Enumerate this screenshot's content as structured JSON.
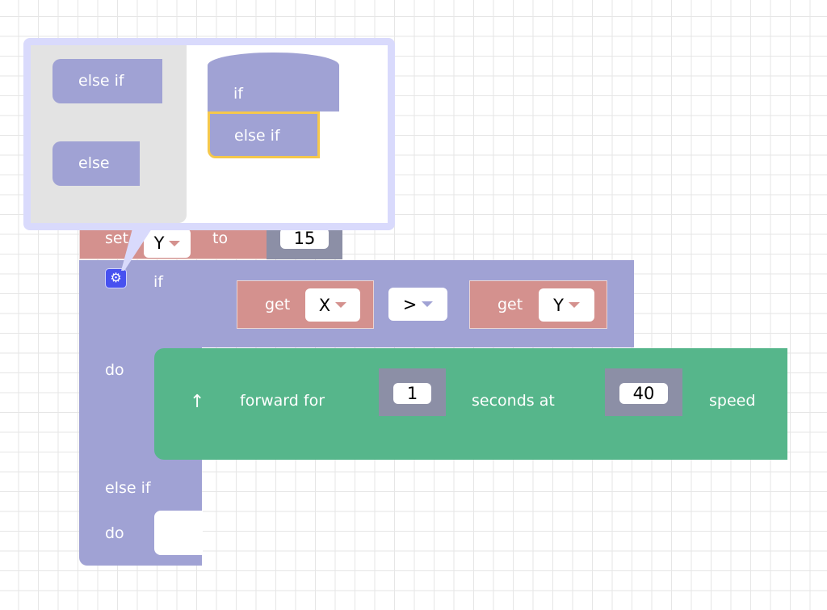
{
  "set_block": {
    "label": "set",
    "variable": "Y",
    "to_label": "to",
    "value": "15"
  },
  "if_block": {
    "if_label": "if",
    "do_label": "do",
    "else_if_label": "else if",
    "do2_label": "do",
    "condition": {
      "left_get": "get",
      "left_var": "X",
      "operator": ">",
      "right_get": "get",
      "right_var": "Y"
    }
  },
  "forward_block": {
    "icon": "up-arrow-icon",
    "label1": "forward for",
    "seconds": "1",
    "label2": "seconds at",
    "speed": "40",
    "label3": "speed"
  },
  "mutator": {
    "flyout": {
      "items": [
        "else if",
        "else"
      ]
    },
    "workspace": {
      "if_label": "if",
      "else_if_label": "else if"
    }
  },
  "colors": {
    "logic": "#a0a2d4",
    "variables": "#d4918e",
    "math": "#8c8fa6",
    "motion": "#56b68b",
    "selected": "#f5c84c"
  }
}
